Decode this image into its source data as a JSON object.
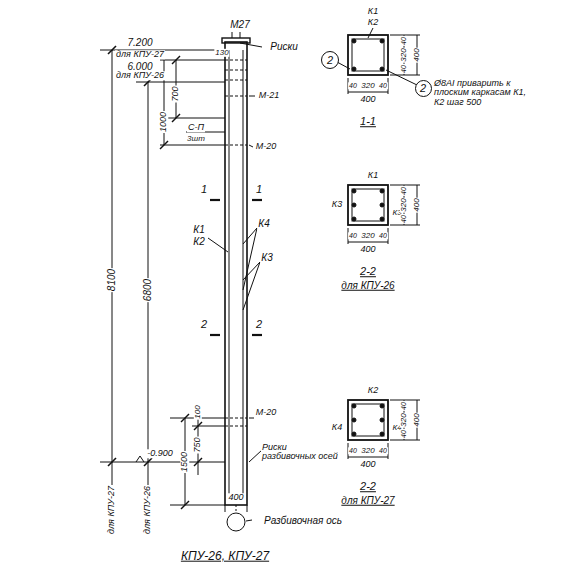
{
  "diagram": {
    "caption": "КПУ-26, КПУ-27",
    "nodes": [
      {
        "text": [
          "2"
        ]
      },
      {
        "text": [
          "2"
        ]
      }
    ],
    "labels": [
      "7.200",
      "для КПУ-27",
      "6.000",
      "для КПУ-26",
      "М27",
      "Риски",
      "130",
      "700",
      "1000",
      "С-П",
      "3шт",
      "М-21",
      "М-20",
      "1",
      "1",
      "К1",
      "К2",
      "К4",
      "К3",
      "2",
      "2",
      "8100",
      "6800",
      "М-20",
      "Риски разбивочных осей",
      "1500",
      "100",
      "750",
      "-0.900",
      "для КПУ-27",
      "для КПУ-26",
      "400",
      "Разбивочная ось",
      "К1",
      "К2",
      "40",
      "320",
      "40",
      "400",
      "40",
      "320",
      "40",
      "400",
      "Ø8АI приварить к плоским каркасам К1, К2 шаг 500",
      "1-1",
      "К1",
      "К3",
      "К3",
      "40",
      "320",
      "40",
      "400",
      "40",
      "320",
      "40",
      "400",
      "2-2",
      "для КПУ-26",
      "К2",
      "К4",
      "К4",
      "40",
      "320",
      "40",
      "400",
      "40",
      "320",
      "40",
      "400",
      "2-2",
      "для КПУ-27"
    ]
  }
}
